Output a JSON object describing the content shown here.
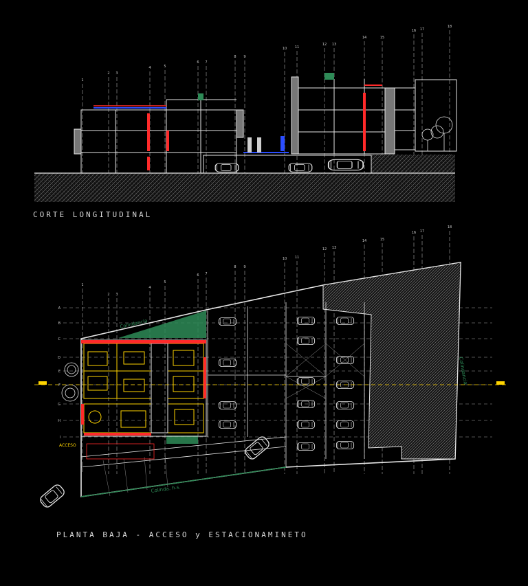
{
  "section": {
    "title": "CORTE LONGITUDINAL",
    "grid_labels": [
      "1",
      "2",
      "3",
      "4",
      "5",
      "6",
      "7",
      "8",
      "9",
      "10",
      "11",
      "12",
      "13",
      "14",
      "15",
      "16",
      "17",
      "18"
    ]
  },
  "plan": {
    "title": "PLANTA BAJA - ACCESO y ESTACIONAMINETO",
    "labels": {
      "top_street": "Colindancia",
      "right_edge": "Colindancia",
      "bottom_street": "Colinda. h.s.",
      "access": "ACCESO"
    },
    "row_labels": [
      "A",
      "B",
      "C",
      "D",
      "E",
      "F",
      "G",
      "H",
      "I"
    ]
  },
  "colors": {
    "background": "#000000",
    "line": "#e6e6e6",
    "green": "#2e8b57",
    "red": "#ff2a2a",
    "yellow": "#ffd400",
    "blue": "#2b4dff",
    "gray": "#8a8a8a"
  }
}
